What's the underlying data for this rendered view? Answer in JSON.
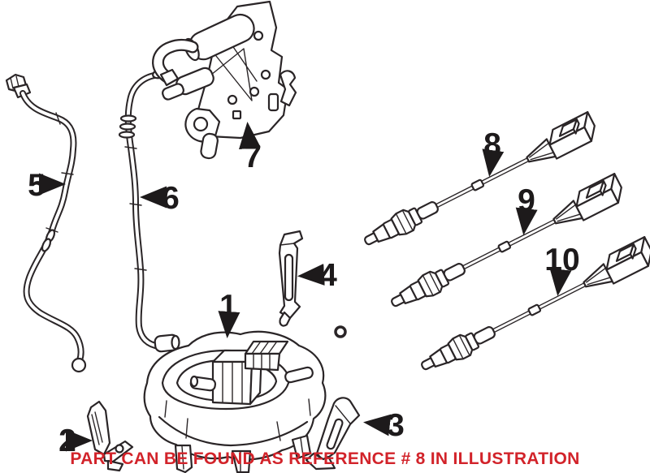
{
  "notice": {
    "text": "PART CAN BE FOUND AS REFERENCE # 8 IN ILLUSTRATION"
  },
  "colors": {
    "background": "#ffffff",
    "line": "#2a2527",
    "notice_red": "#d2232a",
    "callout_black": "#1d1a1b"
  },
  "callouts": [
    {
      "label": "1"
    },
    {
      "label": "2"
    },
    {
      "label": "3"
    },
    {
      "label": "4"
    },
    {
      "label": "5"
    },
    {
      "label": "6"
    },
    {
      "label": "7"
    },
    {
      "label": "8"
    },
    {
      "label": "9"
    },
    {
      "label": "10"
    }
  ]
}
